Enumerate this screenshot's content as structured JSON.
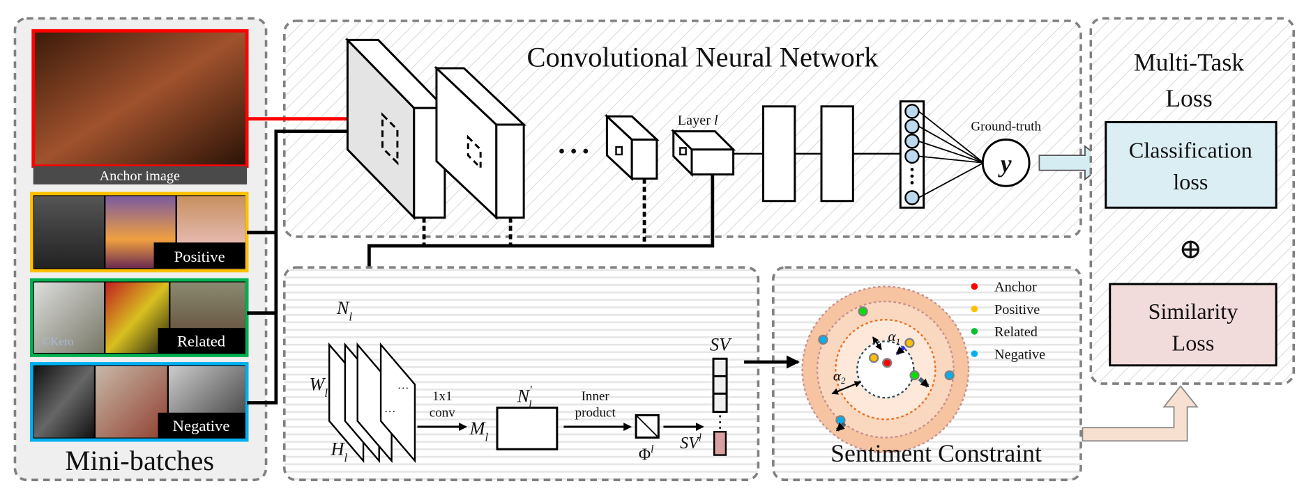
{
  "mini_batches": {
    "title": "Mini-batches",
    "anchor_label": "Anchor image",
    "positive_label": "Positive",
    "related_label": "Related",
    "negative_label": "Negative",
    "watermark": "©Kero"
  },
  "cnn": {
    "title": "Convolutional Neural Network",
    "layer_label": "Layer",
    "layer_index": "l",
    "ground_truth": "Ground-truth",
    "output_symbol": "y",
    "ellipsis": "• • •"
  },
  "feature_embedding": {
    "title": "Feature Embedding",
    "n_l": "N",
    "w_l": "W",
    "h_l": "H",
    "sub_l": "l",
    "conv_label_1": "1x1",
    "conv_label_2": "conv",
    "m_l": "M",
    "n_l_prime": "N",
    "prime": "'",
    "inner_1": "Inner",
    "inner_2": "product",
    "phi": "Φ",
    "sv": "SV",
    "sv_l": "SV",
    "dots": "⋮",
    "ellipsis": "···"
  },
  "sentiment": {
    "title": "Sentiment Constraint",
    "alpha1": "α",
    "alpha2": "α",
    "one": "1",
    "two": "2",
    "legend": [
      {
        "label": "Anchor",
        "color": "#ff0000"
      },
      {
        "label": "Positive",
        "color": "#ffc000"
      },
      {
        "label": "Related",
        "color": "#00c030"
      },
      {
        "label": "Negative",
        "color": "#00b0f0"
      }
    ]
  },
  "loss": {
    "title_1": "Multi-Task",
    "title_2": "Loss",
    "classification_1": "Classification",
    "classification_2": "loss",
    "plus": "⊕",
    "similarity_1": "Similarity",
    "similarity_2": "Loss"
  },
  "colors": {
    "anchor_border": "#ff0000",
    "positive_border": "#ffc000",
    "related_border": "#00b050",
    "negative_border": "#00b0f0",
    "classification_fill": "#dbeef4",
    "similarity_fill": "#f2dcdb"
  }
}
